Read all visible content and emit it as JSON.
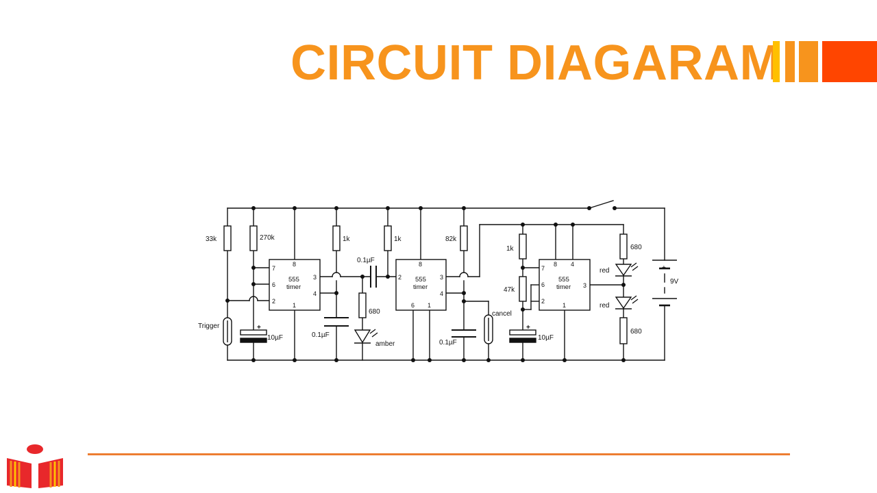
{
  "title": "CIRCUIT DIAGARAM",
  "colors": {
    "title": "#F7941D",
    "accent_yellow": "#FFC000",
    "accent_orange": "#F7941D",
    "accent_red": "#FF4500",
    "rule": "#ED7D31",
    "logo_red": "#E8282B",
    "logo_orange": "#F7941D",
    "logo_yellow": "#FFC000"
  },
  "diagram": {
    "resistors": {
      "r33k": "33k",
      "r270k": "270k",
      "r1k_a": "1k",
      "r1k_b": "1k",
      "r82k": "82k",
      "r1k_c": "1k",
      "r47k": "47k",
      "r680_amber": "680",
      "r680_top": "680",
      "r680_bottom": "680"
    },
    "capacitors": {
      "c10u_a": "10µF",
      "c01u_a": "0.1µF",
      "c01u_coupling": "0.1µF",
      "c01u_b": "0.1µF",
      "c10u_b": "10µF"
    },
    "timers": [
      {
        "line1": "555",
        "line2": "timer",
        "pins": {
          "p7": "7",
          "p6": "6",
          "p2": "2",
          "p8": "8",
          "p1": "1",
          "p3": "3",
          "p4": "4"
        }
      },
      {
        "line1": "555",
        "line2": "timer",
        "pins": {
          "p2": "2",
          "p8": "8",
          "p3": "3",
          "p4": "4",
          "p6": "6",
          "p1": "1"
        }
      },
      {
        "line1": "555",
        "line2": "timer",
        "pins": {
          "p7": "7",
          "p6": "6",
          "p2": "2",
          "p8": "8",
          "p4": "4",
          "p3": "3",
          "p1": "1"
        }
      }
    ],
    "leds": {
      "amber": "amber",
      "red_top": "red",
      "red_bottom": "red"
    },
    "switches": {
      "trigger": "Trigger",
      "cancel": "cancel"
    },
    "battery": {
      "voltage": "9V",
      "plus": "+"
    },
    "cap_plus": "+"
  }
}
